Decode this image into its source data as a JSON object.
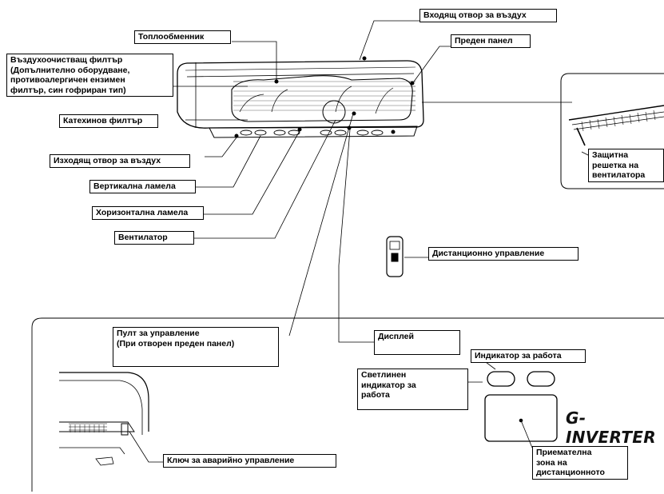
{
  "labels": {
    "air_inlet": "Входящ отвор за въздух",
    "heat_exchanger": "Топлообменник",
    "front_panel": "Преден панел",
    "air_filter": "Въздухоочистващ филтър\n(Допълнително оборудване,\nпротивоалергичен ензимен\nфилтър, син гофриран тип)",
    "catechin_filter": "Катехинов филтър",
    "air_outlet": "Изходящ отвор за въздух",
    "vertical_louver": "Вертикална ламела",
    "horizontal_louver": "Хоризонтална ламела",
    "fan": "Вентилатор",
    "fan_guard": "Защитна\nрешетка на\nвентилатора",
    "remote_control": "Дистанционно управление",
    "control_panel": "Пулт за управление\n(При отворен преден панел)",
    "display": "Дисплей",
    "operation_indicator": "Индикатор за работа",
    "operation_light": "Светлинен\nиндикатор за\nработа",
    "emergency_switch": "Ключ за аварийно управление",
    "remote_receiver": "Приемателна\nзона на\nдистанционното"
  },
  "brand": "G-INVERTER"
}
